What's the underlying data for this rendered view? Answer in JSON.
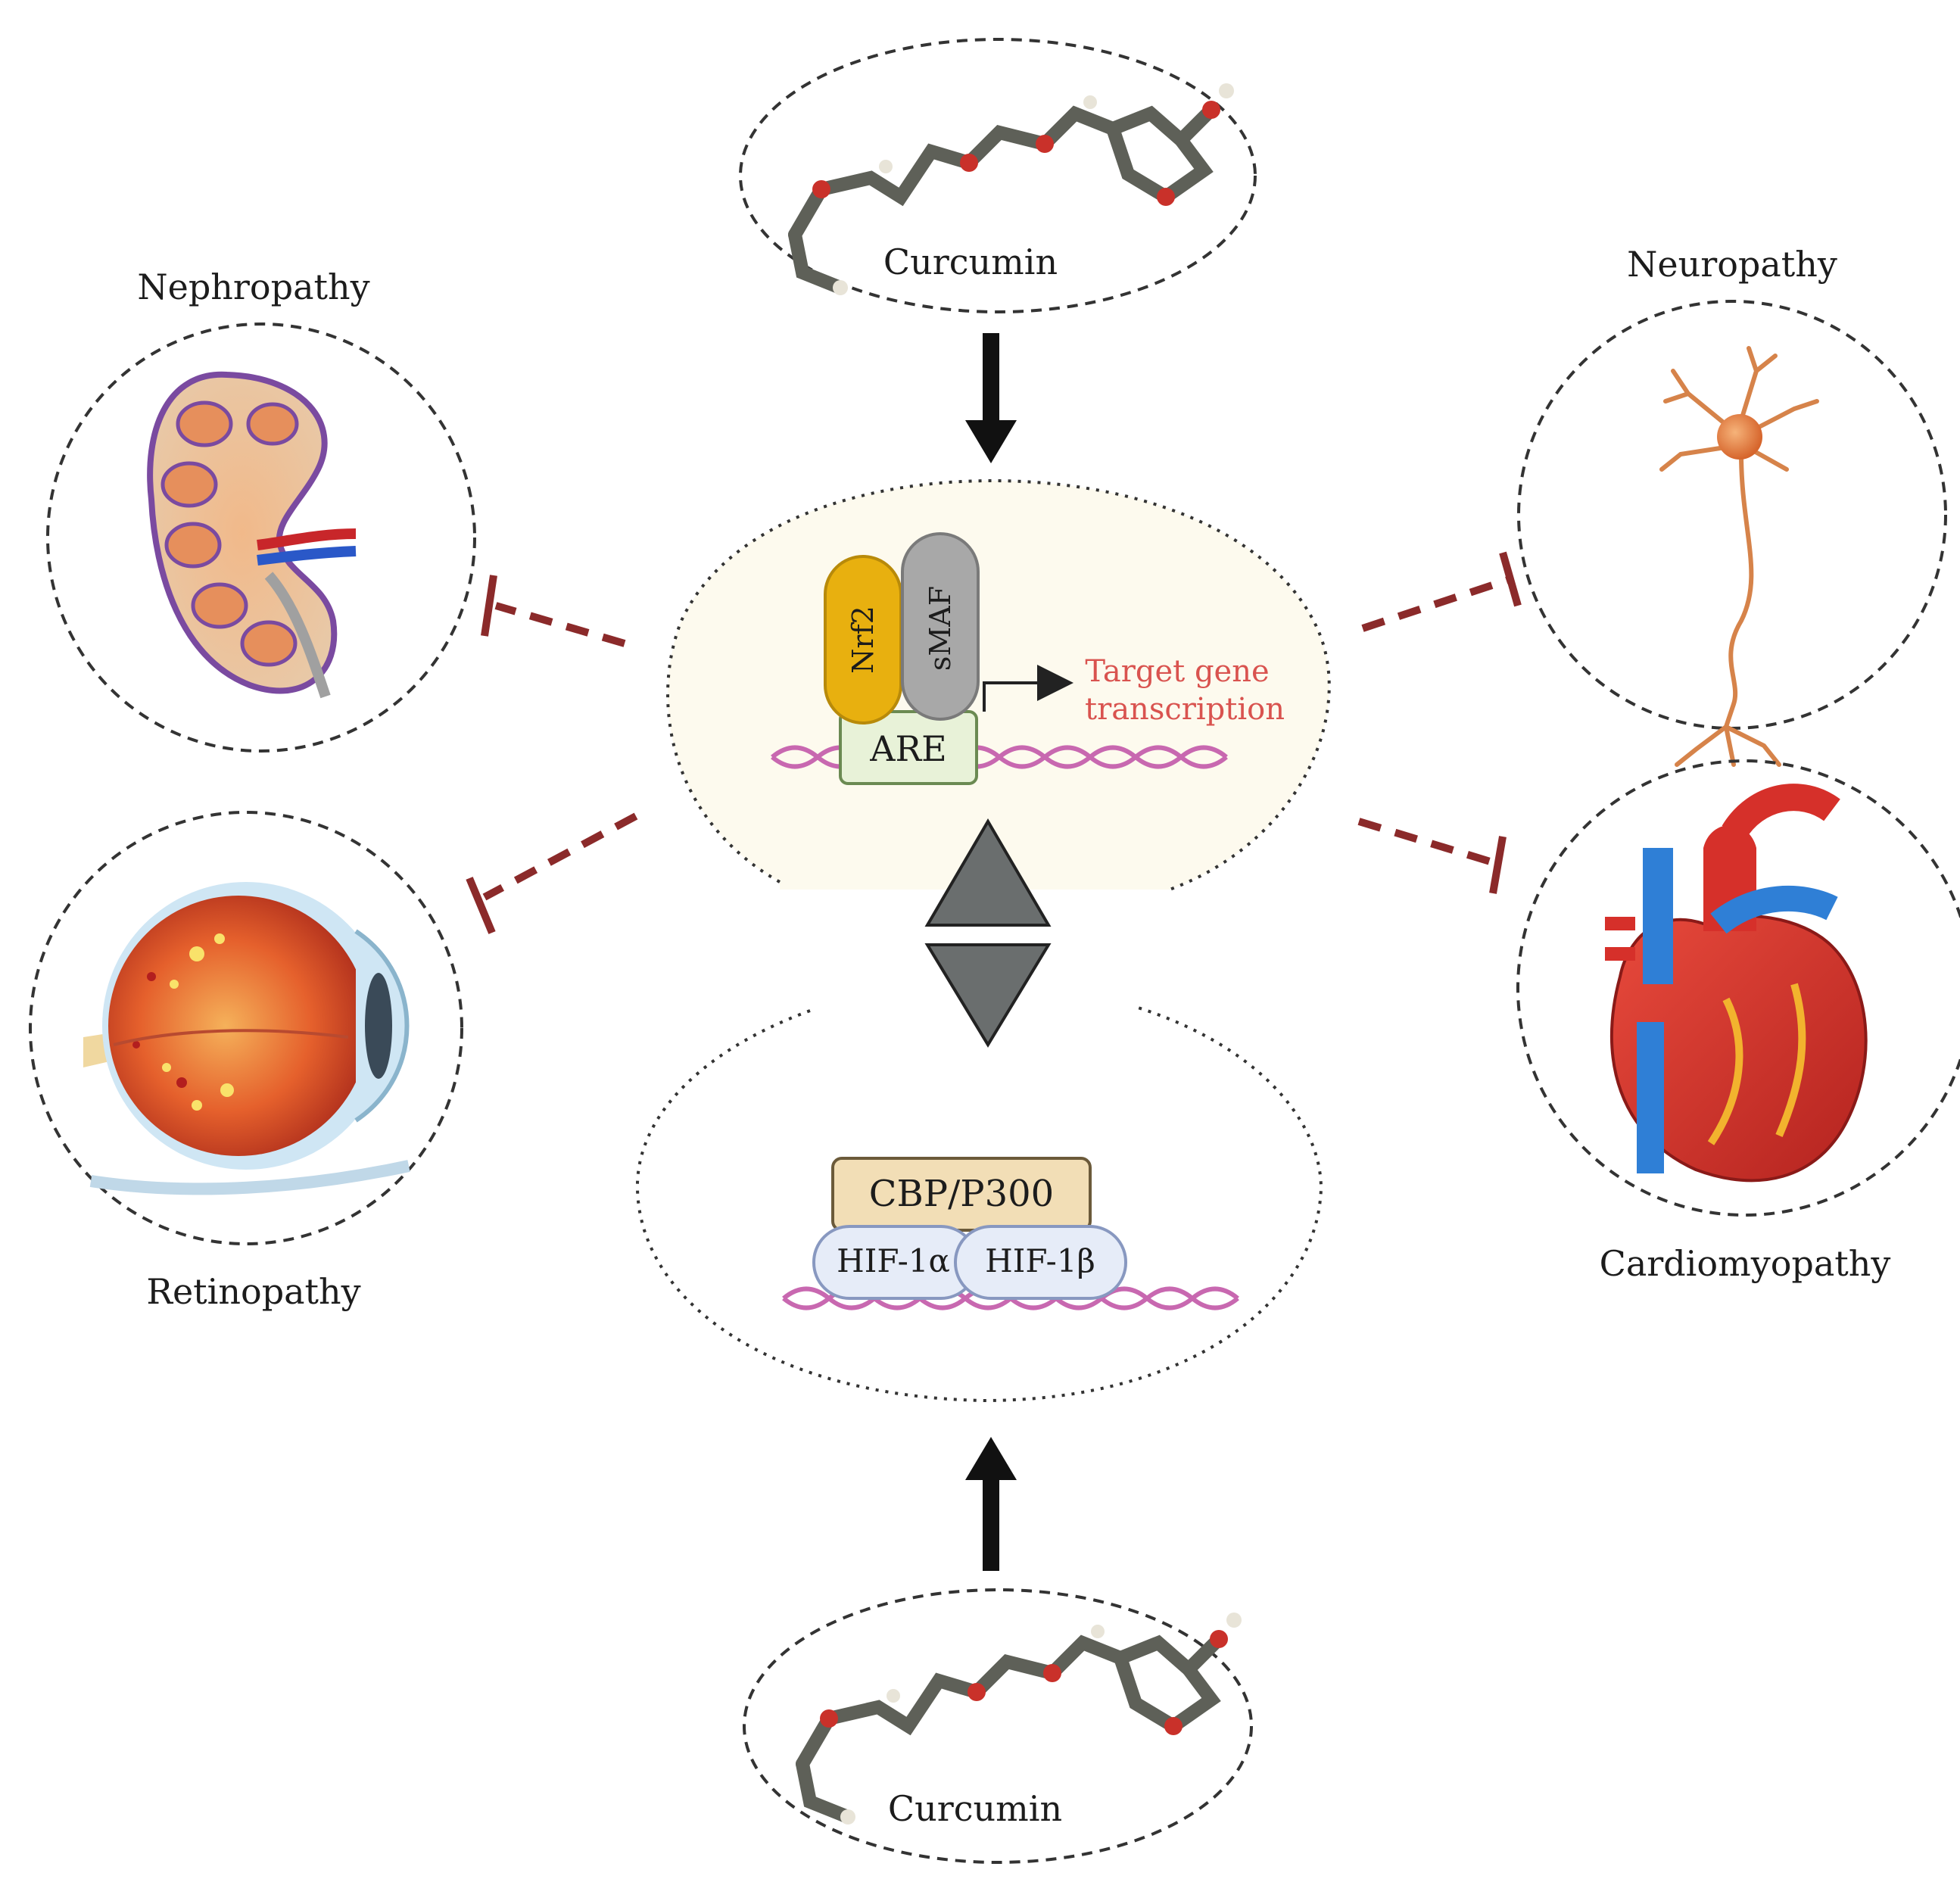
{
  "top_molecule_label": "Curcumin",
  "bottom_molecule_label": "Curcumin",
  "nrf2_label": "Nrf2",
  "smaf_label": "sMAF",
  "are_label": "ARE",
  "target_gene_line1": "Target gene",
  "target_gene_line2": "transcription",
  "cbp_label": "CBP/P300",
  "hif1a_label": "HIF-1α",
  "hif1b_label": "HIF-1β",
  "nephropathy_label": "Nephropathy",
  "retinopathy_label": "Retinopathy",
  "neuropathy_label": "Neuropathy",
  "cardiomyopathy_label": "Cardiomyopathy",
  "colors": {
    "inhibition": "#8b2a2a",
    "target_text": "#d9534f",
    "nrf2": "#e8b00f",
    "smaf": "#a8a8a8",
    "are_box": "#e8f2d8",
    "cbp_box": "#f2deb6",
    "hif_box": "#e6ecf8",
    "dna": "#c868b0",
    "triangle": "#6a6e6e"
  }
}
